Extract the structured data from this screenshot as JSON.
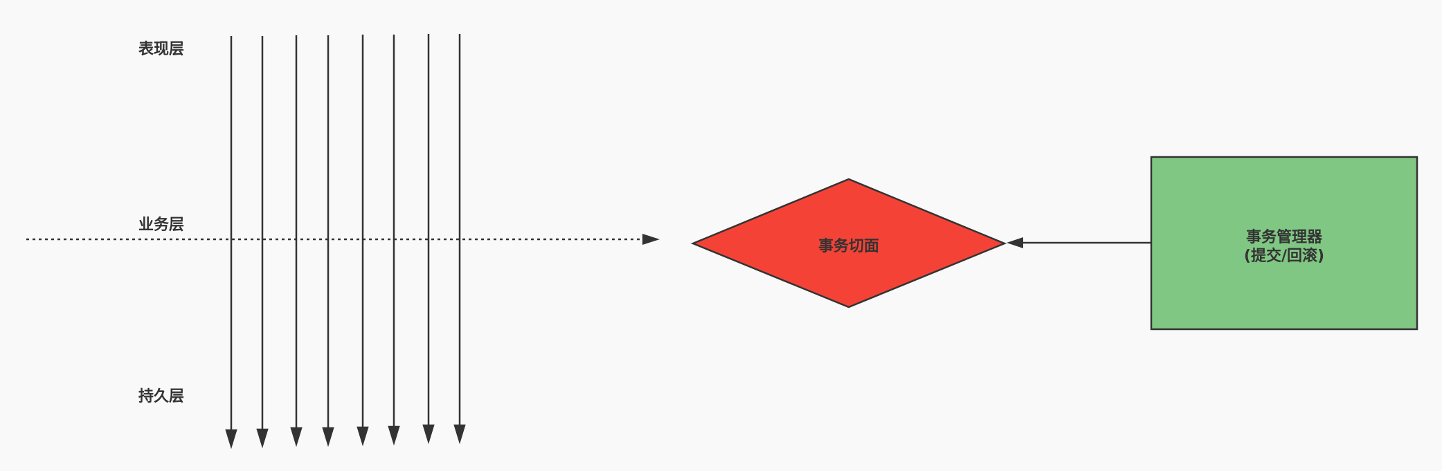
{
  "layers": {
    "presentation": "表现层",
    "business": "业务层",
    "persistence": "持久层"
  },
  "aspect": {
    "label": "事务切面",
    "color": "#f44336"
  },
  "manager": {
    "line1": "事务管理器",
    "line2": "(提交/回滚)",
    "color": "#81c784"
  },
  "colors": {
    "background": "#f9f9f9",
    "stroke": "#333333"
  }
}
